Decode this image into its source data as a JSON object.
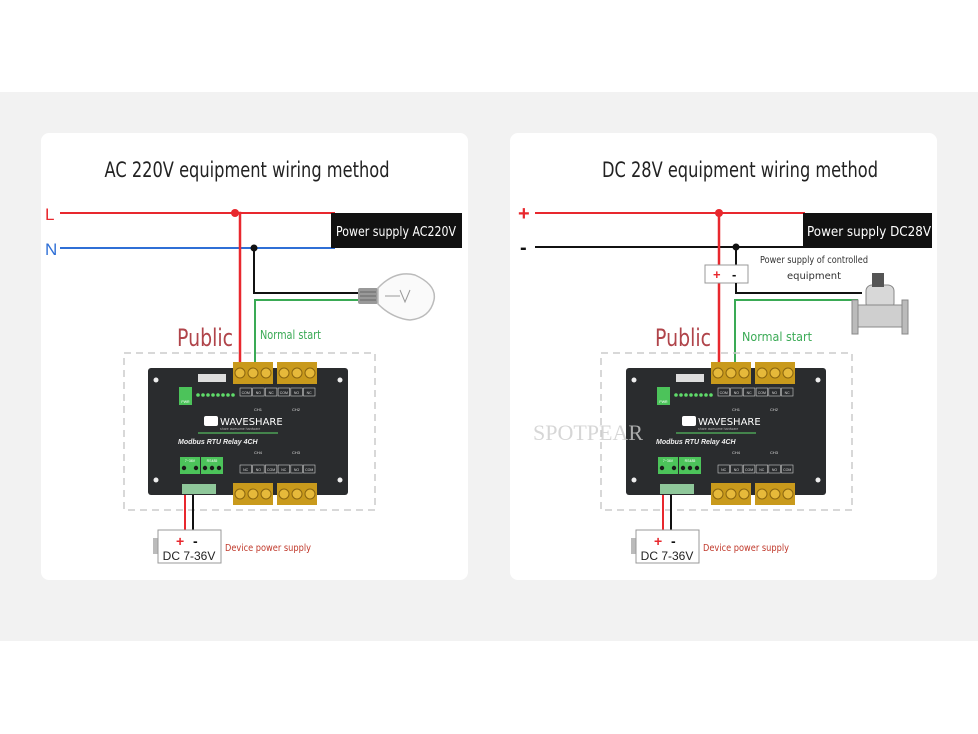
{
  "panels": [
    {
      "title": "AC 220V equipment wiring method",
      "line1": "L",
      "line2": "N",
      "supply": "Power supply AC220V",
      "public": "Public",
      "normal": "Normal start",
      "dc": "DC 7-36V",
      "dc_plus": "+",
      "dc_minus": "-",
      "device_supply": "Device power supply",
      "load": "light-bulb"
    },
    {
      "title": "DC 28V equipment wiring method",
      "line1": "+",
      "line2": "-",
      "supply": "Power supply DC28V",
      "public": "Public",
      "normal": "Normal start",
      "dc": "DC 7-36V",
      "dc_plus": "+",
      "dc_minus": "-",
      "device_supply": "Device power supply",
      "ctrl_supply_1": "Power supply of controlled",
      "ctrl_supply_2": "equipment",
      "ctrl_plus": "+",
      "ctrl_minus": "-",
      "load": "solenoid-valve"
    }
  ],
  "device": {
    "brand": "WAVESHARE",
    "tagline": "share awesome hardware",
    "model": "Modbus RTU Relay 4CH",
    "top_labels": [
      "COM",
      "NO",
      "NC",
      "COM",
      "NO",
      "NC"
    ],
    "bottom_labels": [
      "NC",
      "NO",
      "COM",
      "NC",
      "NO",
      "COM"
    ],
    "ch_top": [
      "CH1",
      "CH2"
    ],
    "ch_bottom": [
      "CH4",
      "CH3"
    ],
    "power_label": "7~36V",
    "rs485_label": "RS485",
    "pwr_led": "PWR"
  },
  "watermark": "SPOTPEAR",
  "colors": {
    "live": "#e8282e",
    "neutral": "#2f6fd6",
    "ground": "#111111",
    "signal": "#3aaa55",
    "public_text": "#b0444a",
    "normal_text": "#3aaa55",
    "card": "#ffffff",
    "background": "#f2f2f2"
  }
}
